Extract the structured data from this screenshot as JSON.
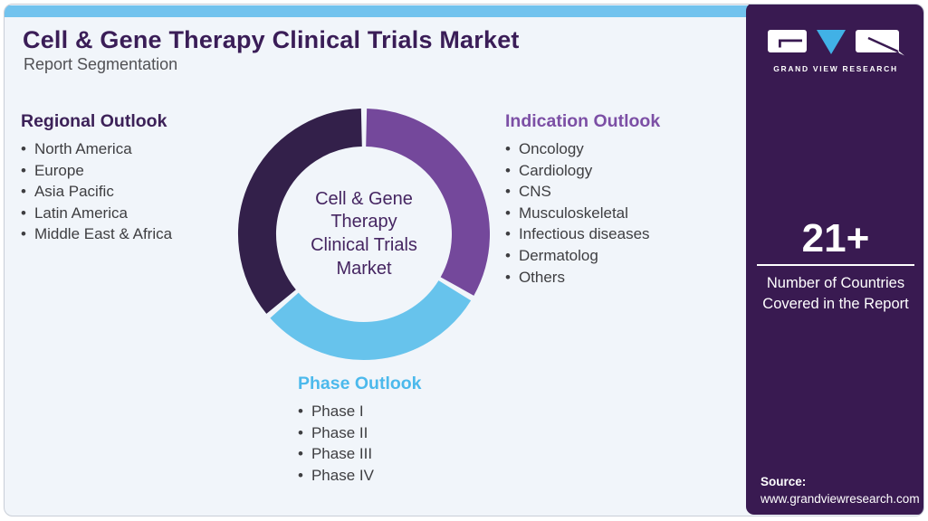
{
  "header": {
    "title": "Cell & Gene Therapy Clinical Trials Market",
    "subtitle": "Report Segmentation"
  },
  "segments_panels": {
    "regional": {
      "heading": "Regional Outlook",
      "accent": "#3c2158",
      "items": [
        "North America",
        "Europe",
        "Asia Pacific",
        "Latin America",
        "Middle East & Africa"
      ]
    },
    "indication": {
      "heading": "Indication Outlook",
      "accent": "#7c4fa5",
      "items": [
        "Oncology",
        "Cardiology",
        "CNS",
        "Musculoskeletal",
        "Infectious diseases",
        "Dermatolog",
        "Others"
      ]
    },
    "phase": {
      "heading": "Phase Outlook",
      "accent": "#4cb9ec",
      "items": [
        "Phase I",
        "Phase II",
        "Phase III",
        "Phase IV"
      ]
    }
  },
  "chart_data": {
    "type": "donut",
    "title": "Cell & Gene Therapy Clinical Trials Market",
    "center_label": "Cell & Gene Therapy Clinical Trials Market",
    "center_lines": [
      "Cell & Gene",
      "Therapy",
      "Clinical Trials",
      "Market"
    ],
    "gap_deg": 2.6,
    "legend": "none",
    "segments": [
      {
        "name": "Indication Outlook",
        "color": "#74489b",
        "start_deg": 0,
        "end_deg": 120.5,
        "share_pct": 33.5
      },
      {
        "name": "Phase Outlook",
        "color": "#67c3ec",
        "start_deg": 120.5,
        "end_deg": 229.5,
        "share_pct": 30.3
      },
      {
        "name": "Regional Outlook",
        "color": "#33204a",
        "start_deg": 229.5,
        "end_deg": 360,
        "share_pct": 36.2
      }
    ]
  },
  "sidebar": {
    "logo_text": "GRAND VIEW RESEARCH",
    "stat_value": "21+",
    "stat_label_lines": [
      "Number of Countries",
      "Covered in the Report"
    ],
    "source_label": "Source:",
    "source_url": "www.grandviewresearch.com"
  },
  "theme": {
    "page_background": "#ffffff",
    "card_background": "#f1f5fa",
    "card_border": "#c9ced7",
    "top_strip": "#72c3ee",
    "sidebar_background": "#391a51",
    "title_color": "#3a1d57",
    "subtitle_color": "#515155",
    "body_text": "#3e3e41",
    "center_text": "#452561",
    "logo_blue": "#41b1e6"
  }
}
